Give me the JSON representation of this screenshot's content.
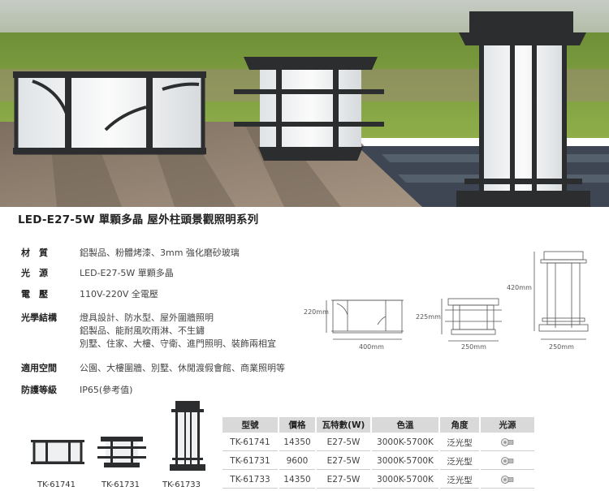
{
  "product_title": "LED-E27-5W 單顆多晶 屋外柱頭景觀照明系列",
  "specs": [
    {
      "label": "材　質",
      "lines": [
        "鋁製品、粉體烤漆、3mm 強化磨砂玻璃"
      ]
    },
    {
      "label": "光　源",
      "lines": [
        "LED-E27-5W 單顆多晶"
      ]
    },
    {
      "label": "電　壓",
      "lines": [
        "110V-220V 全電壓"
      ]
    },
    {
      "label": "光學結構",
      "lines": [
        "燈具設計、防水型、屋外圍牆照明",
        "鋁製品、能耐風吹雨淋、不生鏽",
        "別墅、住家、大樓、守衛、進門照明、裝飾兩相宜"
      ]
    },
    {
      "label": "適用空間",
      "lines": [
        "公園、大樓圍牆、別墅、休閒渡假會館、商業照明等"
      ]
    },
    {
      "label": "防護等級",
      "lines": [
        "IP65(參考值)"
      ]
    }
  ],
  "dimensions": {
    "d1_height": "220mm",
    "d1_width": "400mm",
    "d2_height": "225mm",
    "d2_width": "250mm",
    "d3_height": "420mm",
    "d3_width": "250mm"
  },
  "thumbs": [
    "TK-61741",
    "TK-61731",
    "TK-61733"
  ],
  "table": {
    "headers": [
      "型號",
      "價格",
      "瓦特數(W)",
      "色溫",
      "角度",
      "光源"
    ],
    "rows": [
      [
        "TK-61741",
        "14350",
        "E27-5W",
        "3000K-5700K",
        "泛光型"
      ],
      [
        "TK-61731",
        "9600",
        "E27-5W",
        "3000K-5700K",
        "泛光型"
      ],
      [
        "TK-61733",
        "14350",
        "E27-5W",
        "3000K-5700K",
        "泛光型"
      ]
    ]
  },
  "colors": {
    "frame": "#2b2d2e",
    "glass": "#eef0f2",
    "grass": "#7a9a3e",
    "wood": "#8b7a66"
  },
  "icons": {
    "light_source": "bulb-icon"
  }
}
